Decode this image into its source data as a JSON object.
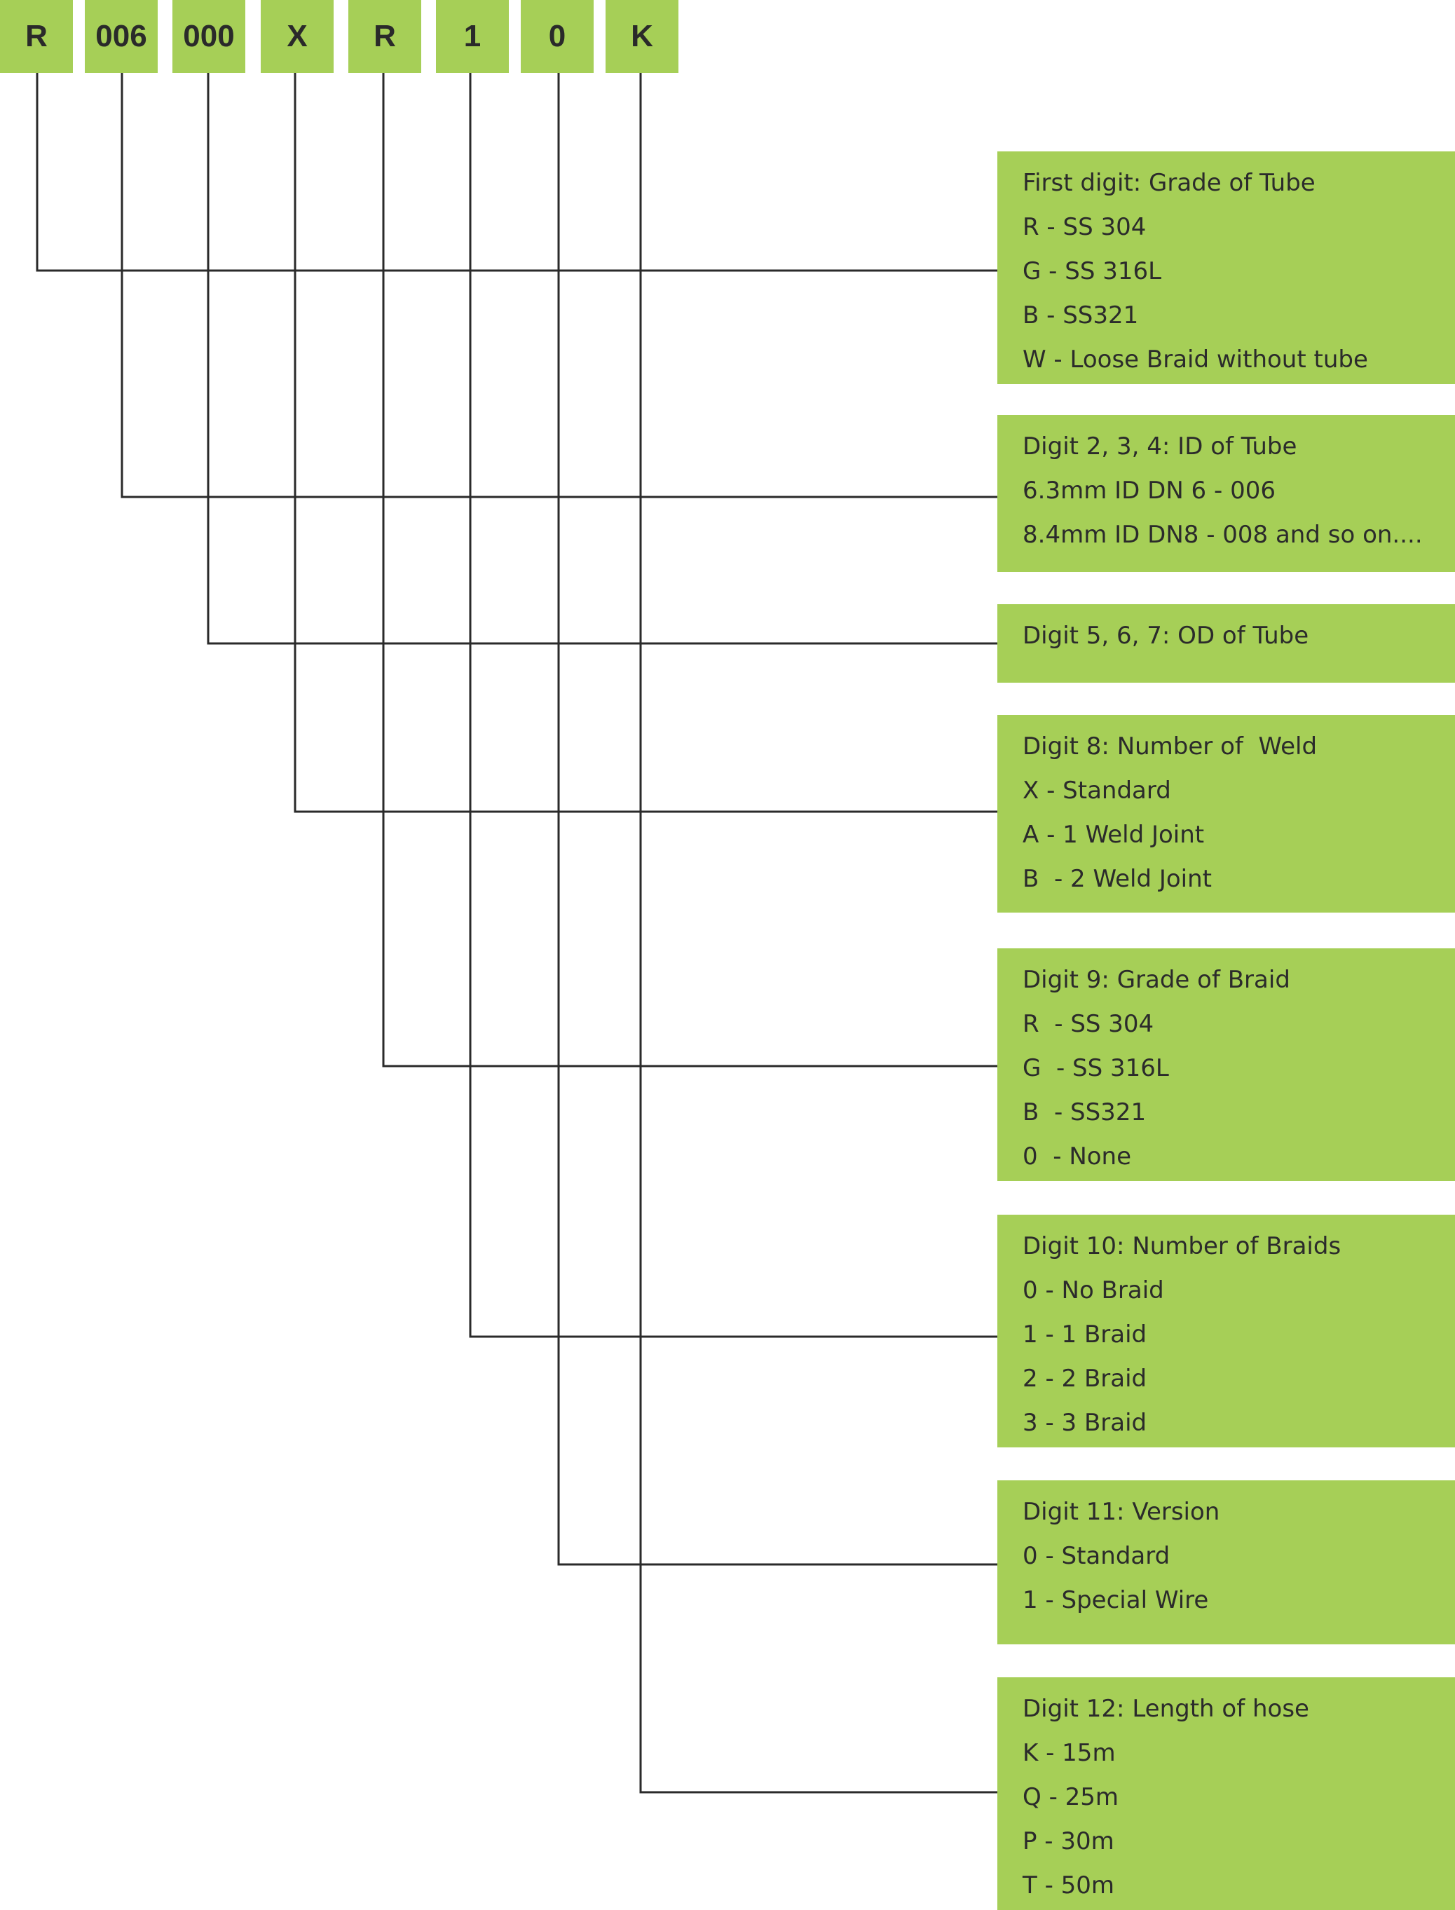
{
  "code": {
    "segments": [
      "R",
      "006",
      "000",
      "X",
      "R",
      "1",
      "0",
      "K"
    ]
  },
  "descriptions": [
    {
      "title": "First digit: Grade of Tube",
      "lines": [
        "R - SS 304",
        "G - SS 316L",
        "B - SS321",
        "W - Loose Braid without tube"
      ]
    },
    {
      "title": "Digit 2, 3, 4: ID of Tube",
      "lines": [
        "6.3mm ID DN 6 - 006",
        "8.4mm ID DN8 - 008 and so on...."
      ]
    },
    {
      "title": "Digit 5, 6, 7: OD of Tube",
      "lines": []
    },
    {
      "title": "Digit 8: Number of  Weld",
      "lines": [
        "X - Standard",
        "A - 1 Weld Joint",
        "B  - 2 Weld Joint"
      ]
    },
    {
      "title": "Digit 9: Grade of Braid",
      "lines": [
        "R  - SS 304",
        "G  - SS 316L",
        "B  - SS321",
        "0  - None"
      ]
    },
    {
      "title": "Digit 10: Number of Braids",
      "lines": [
        "0 - No Braid",
        "1 - 1 Braid",
        "2 - 2 Braid",
        "3 - 3 Braid"
      ]
    },
    {
      "title": "Digit 11: Version",
      "lines": [
        "0 - Standard",
        "1 - Special Wire"
      ]
    },
    {
      "title": "Digit 12: Length of hose",
      "lines": [
        "K - 15m",
        "Q - 25m",
        "P - 30m",
        "T - 50m"
      ]
    }
  ],
  "colors": {
    "box_fill": "#a6cf57",
    "line": "#2a2a2a"
  }
}
